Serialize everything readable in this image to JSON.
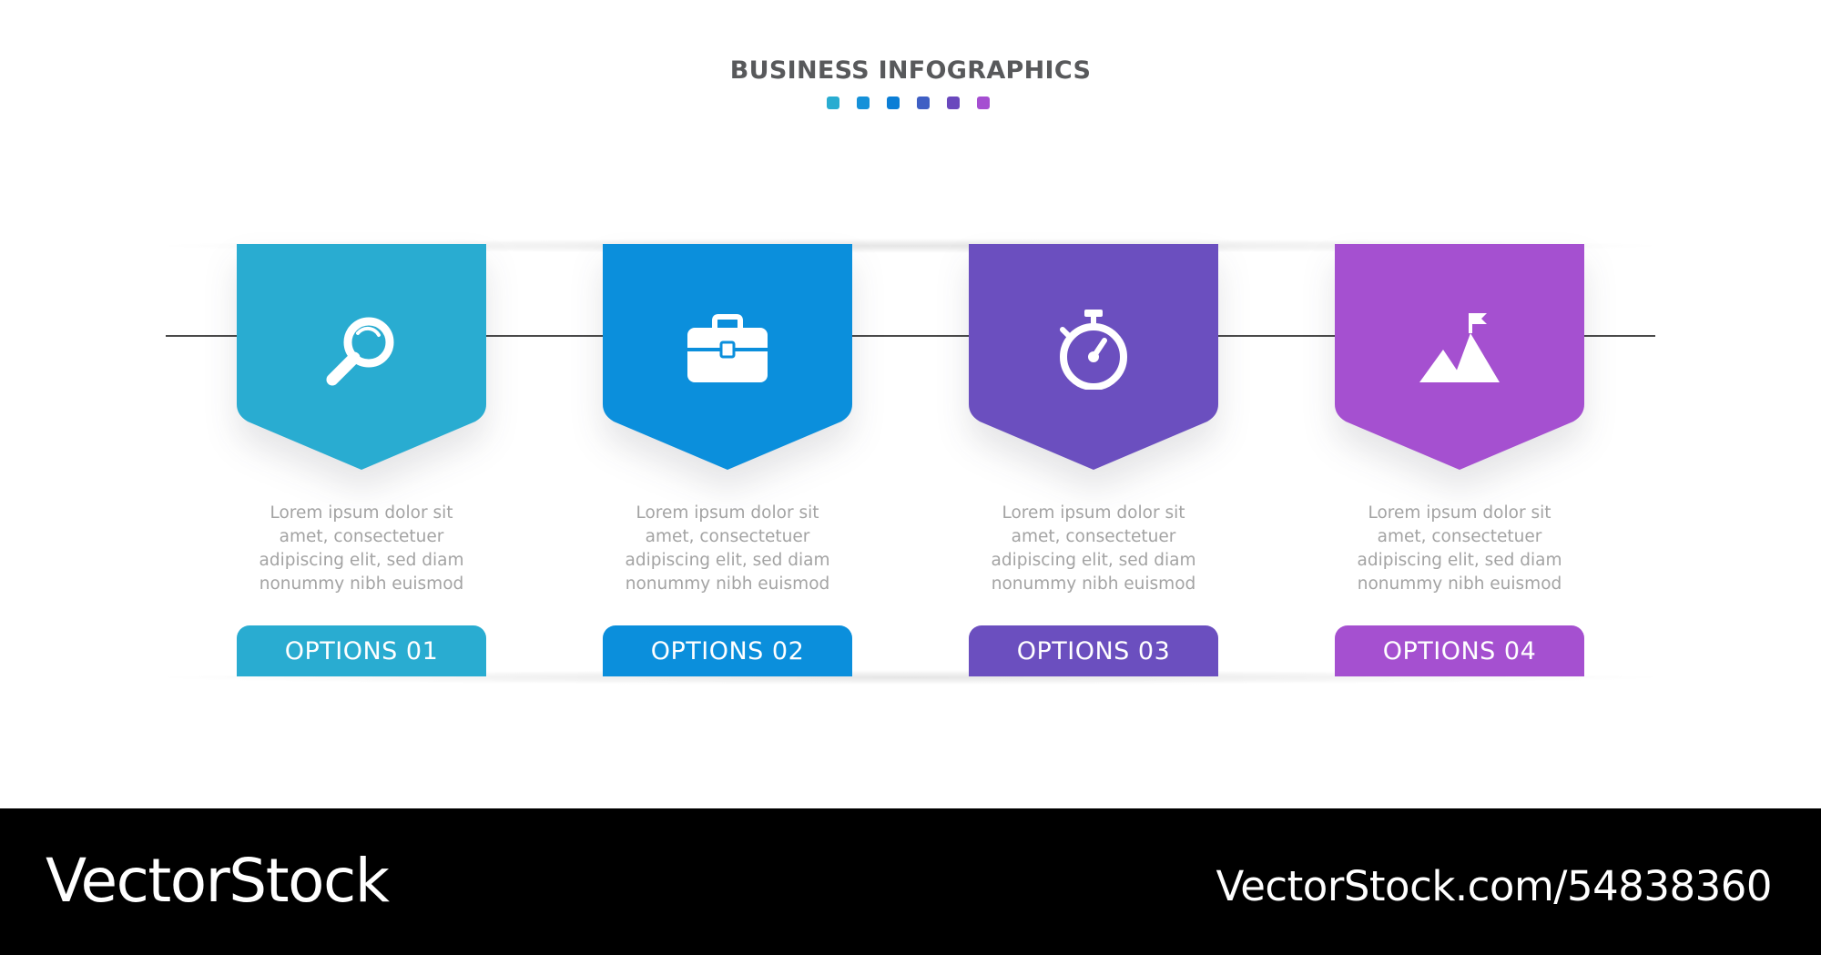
{
  "header": {
    "title": "BUSINESS INFOGRAPHICS",
    "dot_colors": [
      "#29acd1",
      "#1591d9",
      "#0b7ed6",
      "#3f5fc4",
      "#6a48bd",
      "#a54ed1"
    ]
  },
  "cards": [
    {
      "color": "#29acd1",
      "icon": "magnifier-icon",
      "description": [
        "Lorem ipsum dolor sit",
        "amet, consectetuer",
        "adipiscing elit, sed diam",
        "nonummy nibh euismod"
      ],
      "button_label": "OPTIONS 01"
    },
    {
      "color": "#0b8fdc",
      "icon": "briefcase-icon",
      "description": [
        "Lorem ipsum dolor sit",
        "amet, consectetuer",
        "adipiscing elit, sed diam",
        "nonummy nibh euismod"
      ],
      "button_label": "OPTIONS 02"
    },
    {
      "color": "#6b4fbf",
      "icon": "stopwatch-icon",
      "description": [
        "Lorem ipsum dolor sit",
        "amet, consectetuer",
        "adipiscing elit, sed diam",
        "nonummy nibh euismod"
      ],
      "button_label": "OPTIONS 03"
    },
    {
      "color": "#a550d0",
      "icon": "mountain-flag-icon",
      "description": [
        "Lorem ipsum dolor sit",
        "amet, consectetuer",
        "adipiscing elit, sed diam",
        "nonummy nibh euismod"
      ],
      "button_label": "OPTIONS 04"
    }
  ],
  "footer": {
    "brand": "VectorStock",
    "url": "VectorStock.com/54838360"
  }
}
